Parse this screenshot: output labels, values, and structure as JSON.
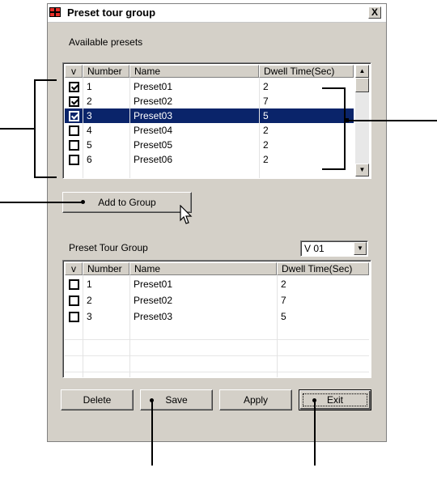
{
  "window": {
    "title": "Preset tour group",
    "close_label": "X"
  },
  "available": {
    "label": "Available presets",
    "columns": [
      "v",
      "Number",
      "Name",
      "Dwell Time(Sec)"
    ],
    "rows": [
      {
        "checked": true,
        "number": "1",
        "name": "Preset01",
        "dwell": "2",
        "selected": false
      },
      {
        "checked": true,
        "number": "2",
        "name": "Preset02",
        "dwell": "7",
        "selected": false
      },
      {
        "checked": true,
        "number": "3",
        "name": "Preset03",
        "dwell": "5",
        "selected": true
      },
      {
        "checked": false,
        "number": "4",
        "name": "Preset04",
        "dwell": "2",
        "selected": false
      },
      {
        "checked": false,
        "number": "5",
        "name": "Preset05",
        "dwell": "2",
        "selected": false
      },
      {
        "checked": false,
        "number": "6",
        "name": "Preset06",
        "dwell": "2",
        "selected": false
      }
    ]
  },
  "add_button_label": "Add to Group",
  "tour": {
    "label": "Preset Tour Group",
    "selected_option": "V 01",
    "columns": [
      "v",
      "Number",
      "Name",
      "Dwell Time(Sec)"
    ],
    "rows": [
      {
        "checked": false,
        "number": "1",
        "name": "Preset01",
        "dwell": "2"
      },
      {
        "checked": false,
        "number": "2",
        "name": "Preset02",
        "dwell": "7"
      },
      {
        "checked": false,
        "number": "3",
        "name": "Preset03",
        "dwell": "5"
      }
    ],
    "empty_rows": 3
  },
  "buttons": {
    "delete": "Delete",
    "save": "Save",
    "apply": "Apply",
    "exit": "Exit"
  },
  "colors": {
    "selection": "#0a246a",
    "dialog_bg": "#d4d0c8"
  }
}
